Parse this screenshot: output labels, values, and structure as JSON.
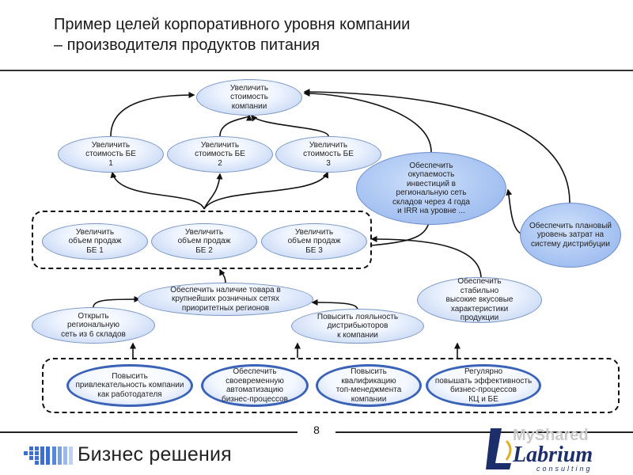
{
  "header": {
    "title_line1": "Пример целей корпоративного уровня компании",
    "title_line2": "– производителя продуктов питания"
  },
  "nodes": {
    "value": "Увеличить\nстоимость\nкомпании",
    "be1_value": "Увеличить\nстоимость БЕ\n1",
    "be2_value": "Увеличить\nстоимость БЕ\n2",
    "be3_value": "Увеличить\nстоимость БЕ\n3",
    "payback": "Обеспечить\nокупаемость\nинвестиций в\nрегиональную сеть\nскладов через 4 года\nи IRR на уровне ...",
    "distribution_cost": "Обеспечить плановый\nуровень затрат на\nсистему дистрибуции",
    "sales_be1": "Увеличить\nобъем продаж\nБЕ 1",
    "sales_be2": "Увеличить\nобъем продаж\nБЕ 2",
    "sales_be3": "Увеличить\nобъем продаж\nБЕ 3",
    "retail_presence": "Обеспечить наличие товара в\nкрупнейших розничных сетях\nприоритетных регионов",
    "regional_network": "Открыть\nрегиональную\nсеть из 6 складов",
    "distributor_loyalty": "Повысить лояльность\nдистрибьюторов\nк компании",
    "taste_quality": "Обеспечить\nстабильно\nвысокие вкусовые\nхарактеристики\nпродукции",
    "employer_attractiveness": "Повысить\nпривлекательность компании\nкак работодателя",
    "automation": "Обеспечить\nсвоевременную\nавтоматизацию\nбизнес-процессов",
    "management_skills": "Повысить\nквалификацию\nтоп-менеджмента\nкомпании",
    "process_efficiency": "Регулярно\nповышать эффективность\nбизнес-процессов\nКЦ и БЕ"
  },
  "footer": {
    "page_number": "8",
    "left_logo_text": "Бизнес решения",
    "watermark_text": "MyShared",
    "right_logo_text": "Labrium",
    "right_logo_sub": "consulting"
  }
}
